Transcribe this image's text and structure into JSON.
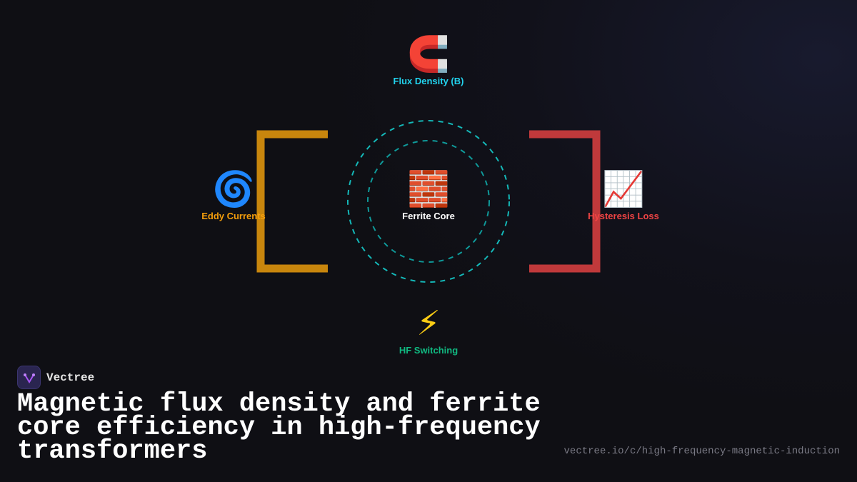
{
  "diagram": {
    "top": {
      "icon": "magnet-icon",
      "emoji": "🧲",
      "label": "Flux Density (B)",
      "color": "#22d3ee"
    },
    "center": {
      "icon": "brick-icon",
      "emoji": "🧱",
      "label": "Ferrite Core",
      "color": "#ffffff"
    },
    "left": {
      "icon": "cyclone-icon",
      "emoji": "🌀",
      "label": "Eddy Currents",
      "color": "#f59e0b"
    },
    "right": {
      "icon": "chart-increasing-icon",
      "emoji": "📈",
      "label": "Hysteresis Loss",
      "color": "#ef4444"
    },
    "bottom": {
      "icon": "lightning-icon",
      "emoji": "⚡",
      "label": "HF Switching",
      "color": "#10b981"
    },
    "colors": {
      "left_bracket": "#c8860d",
      "right_bracket": "#c0393b",
      "rings": "#14b8b8"
    }
  },
  "brand": {
    "name": "Vectree",
    "logo": "vectree-logo-icon"
  },
  "title": "Magnetic flux density and ferrite core efficiency in high-frequency transformers",
  "url": "vectree.io/c/high-frequency-magnetic-induction"
}
